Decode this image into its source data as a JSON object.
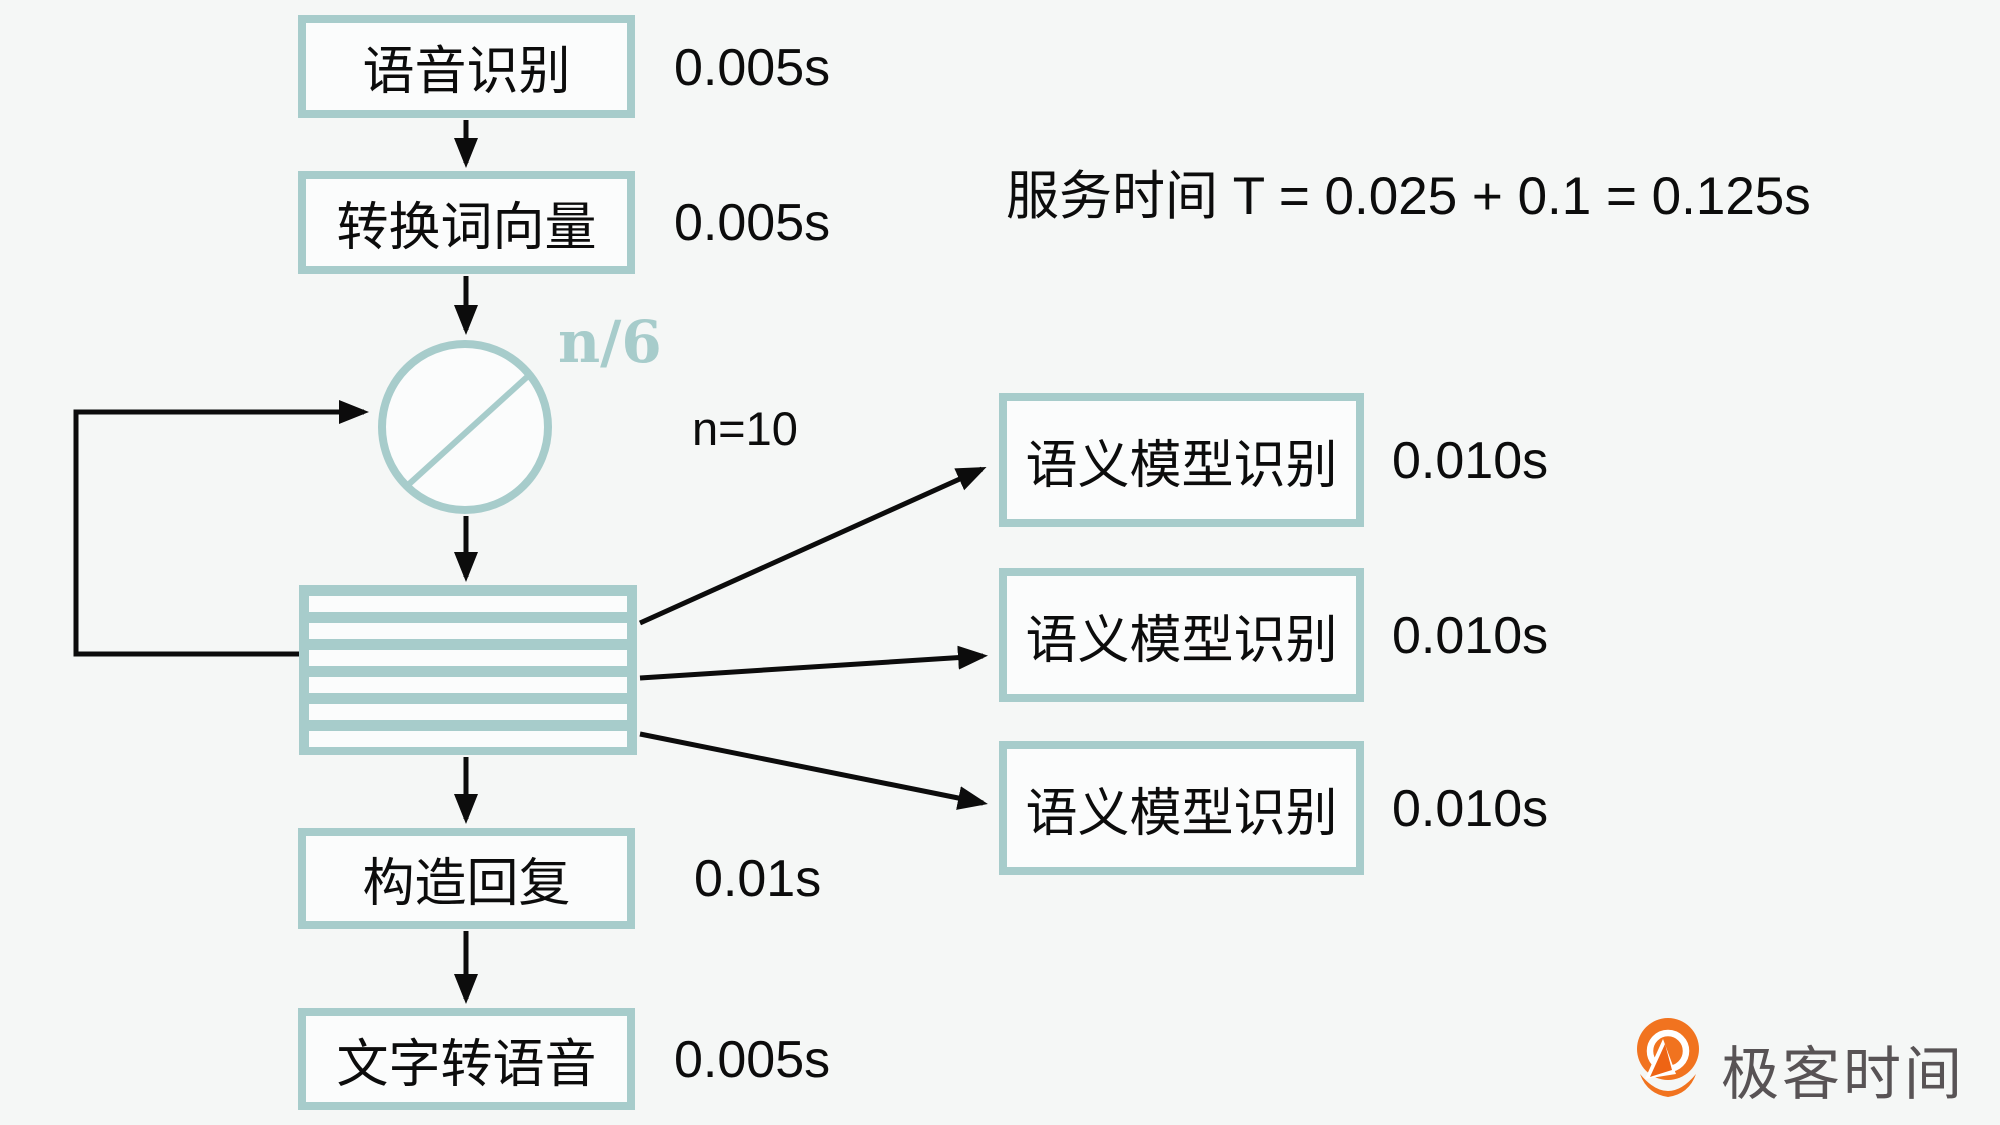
{
  "annotation": {
    "service_time": "服务时间 T = 0.025 + 0.1 = 0.125s"
  },
  "flow": {
    "step1": {
      "label": "语音识别",
      "time": "0.005s"
    },
    "step2": {
      "label": "转换词向量",
      "time": "0.005s"
    },
    "limiter": {
      "rate": "n/6",
      "n": "n=10"
    },
    "parallel": [
      {
        "label": "语义模型识别",
        "time": "0.010s"
      },
      {
        "label": "语义模型识别",
        "time": "0.010s"
      },
      {
        "label": "语义模型识别",
        "time": "0.010s"
      }
    ],
    "step3": {
      "label": "构造回复",
      "time": "0.01s"
    },
    "step4": {
      "label": "文字转语音",
      "time": "0.005s"
    }
  },
  "brand": {
    "name": "极客时间"
  },
  "colors": {
    "background": "#f5f7f6",
    "teal": "#a7cccb",
    "line_black": "#0c0c0c",
    "brand_orange": "#f1731f",
    "brand_gray": "#585355"
  }
}
